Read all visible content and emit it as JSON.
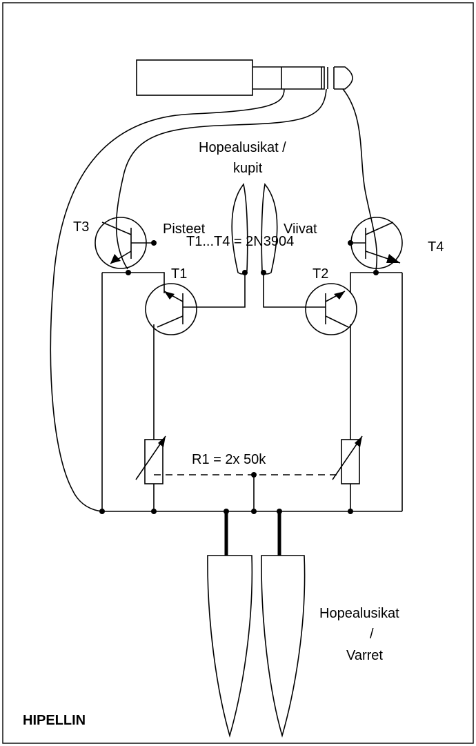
{
  "title": "HIPELLIN",
  "labels": {
    "top_contacts_line1": "Hopealusikat /",
    "top_contacts_line2": "kupit",
    "dots": "Pisteet",
    "dashes": "Viivat",
    "t1": "T1",
    "t2": "T2",
    "t3": "T3",
    "t4": "T4",
    "transistor_spec": "T1...T4 = 2N3904",
    "resistor_spec": "R1 = 2x 50k",
    "bottom_line1": "Hopealusikat",
    "bottom_line2": "/",
    "bottom_line3": "Varret"
  },
  "colors": {
    "line": "#000000",
    "background": "#ffffff"
  }
}
